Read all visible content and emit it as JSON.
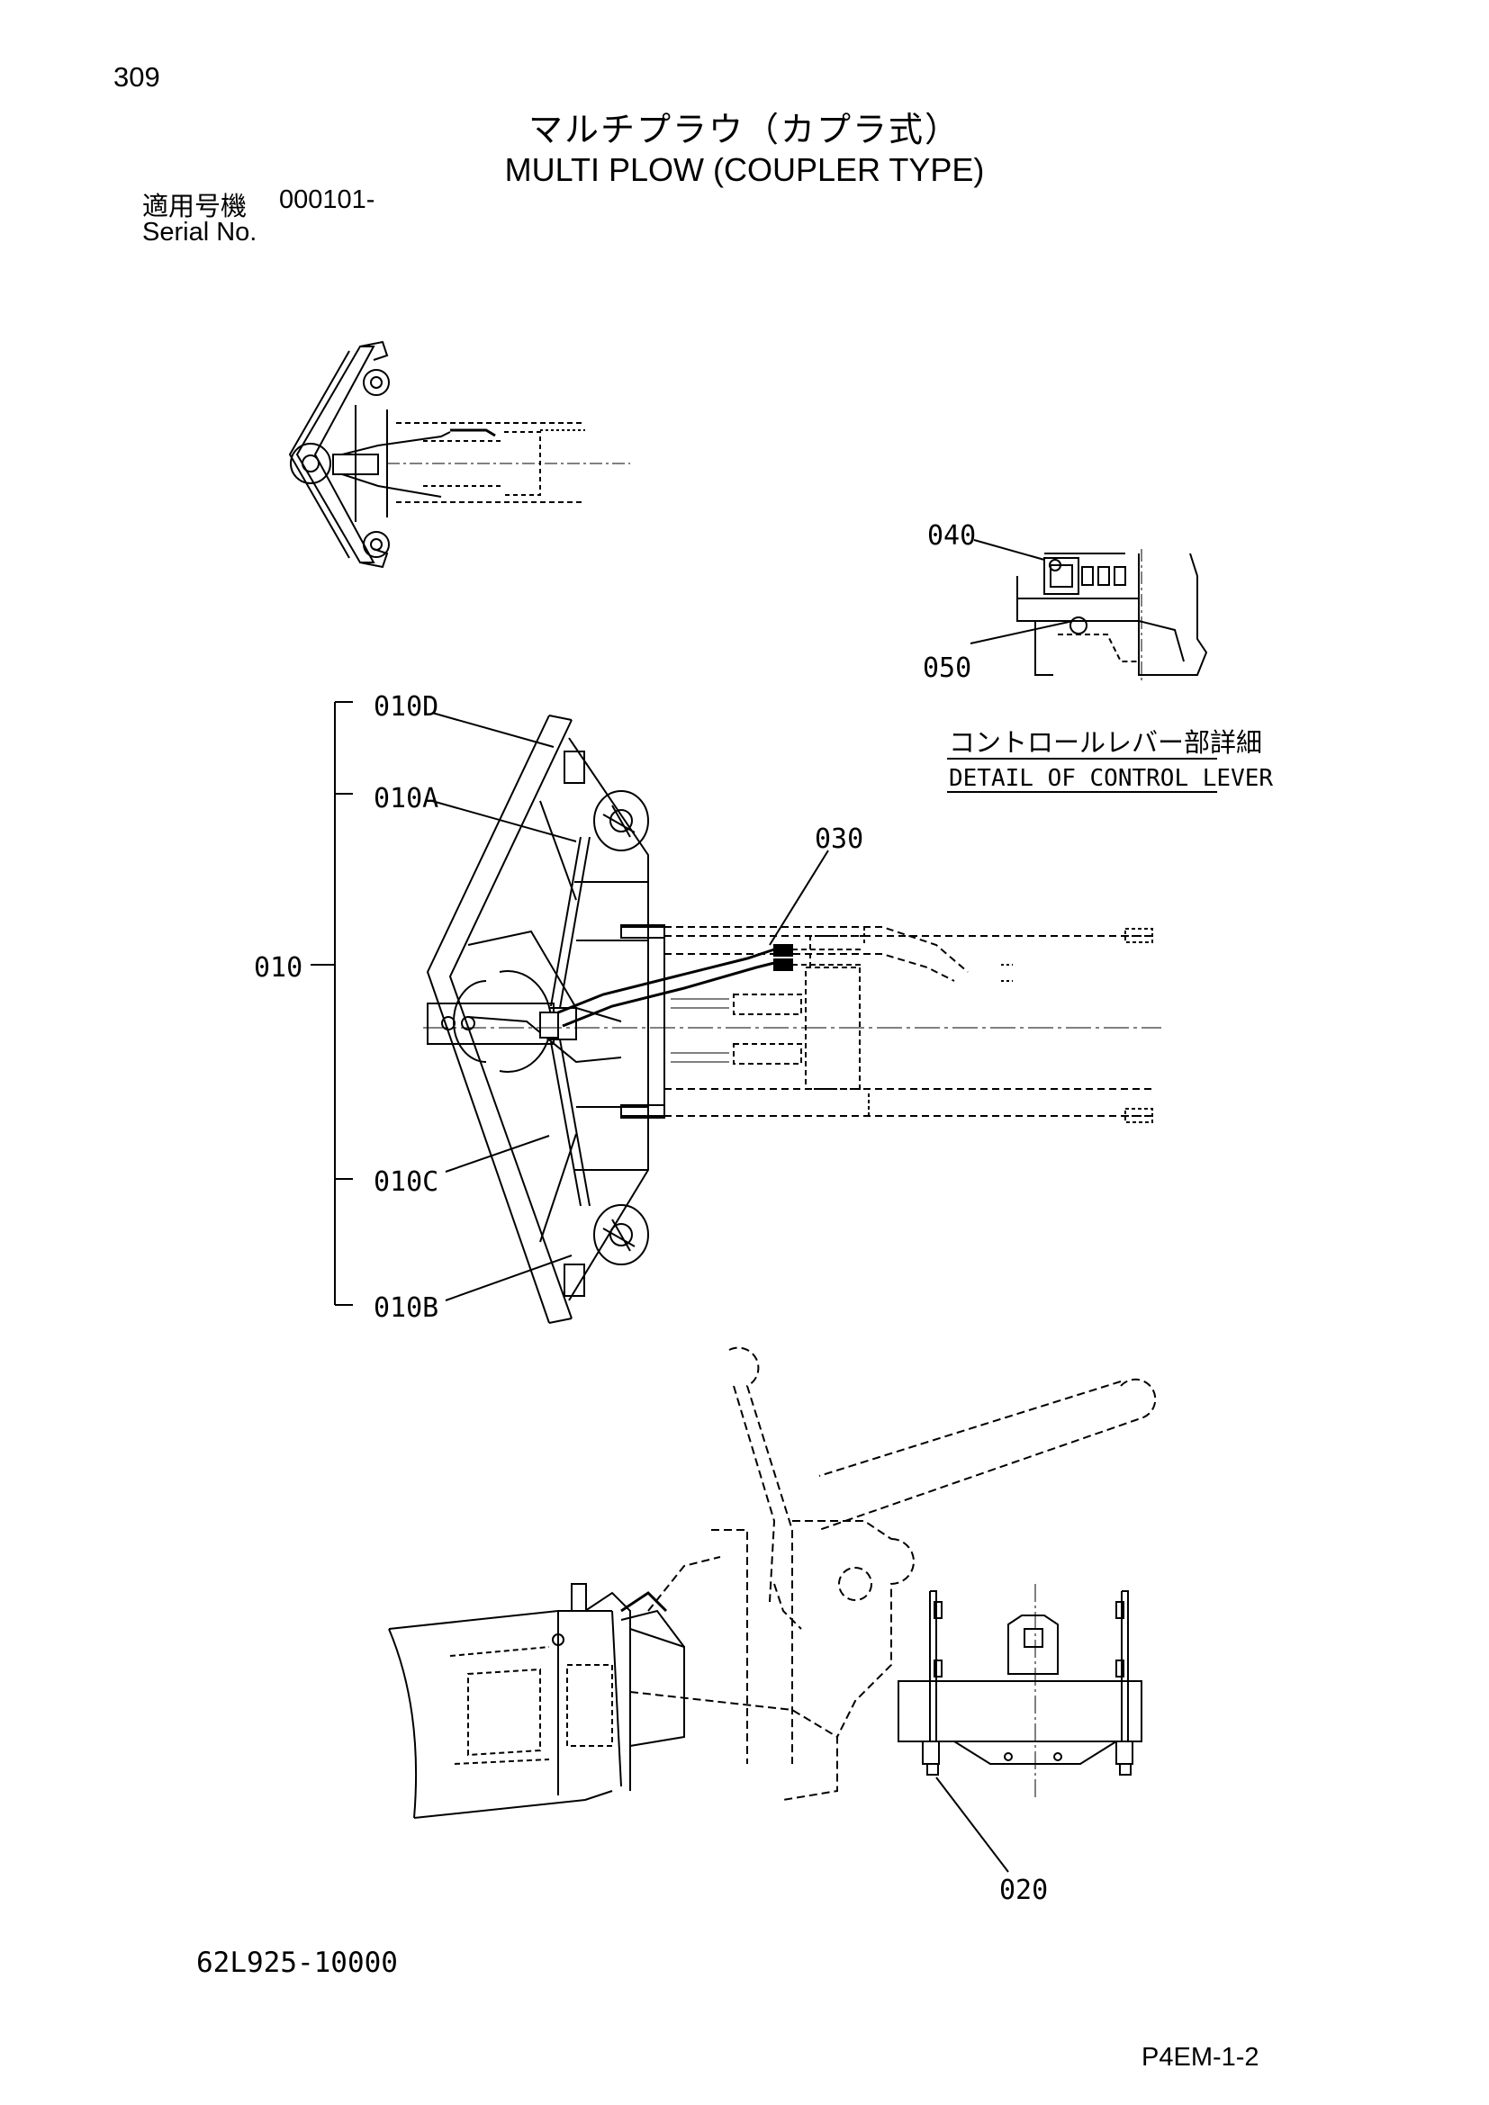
{
  "header": {
    "page_number": "309",
    "title_ja": "マルチプラウ（カプラ式）",
    "title_en": "MULTI PLOW (COUPLER TYPE)",
    "serial_label_ja": "適用号機",
    "serial_value": "000101-",
    "serial_label_en": "Serial No."
  },
  "callouts": {
    "c040": "040",
    "c050": "050",
    "c010d": "010D",
    "c010a": "010A",
    "c030": "030",
    "c010": "010",
    "c010c": "010C",
    "c010b": "010B",
    "c020": "020"
  },
  "detail_label": {
    "ja": "コントロールレバー部詳細",
    "en": "DETAIL OF CONTROL LEVER"
  },
  "footer": {
    "drawing_number": "62L925-10000",
    "page_code": "P4EM-1-2"
  }
}
